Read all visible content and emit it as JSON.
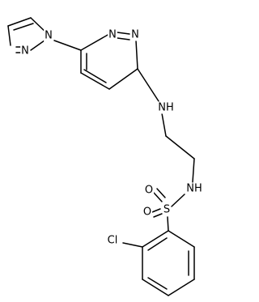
{
  "diagram": {
    "atoms": {
      "n_pyrazole_1": "N",
      "n_pyrazole_2": "N",
      "n_pyridazine_1": "N",
      "n_pyridazine_2": "N",
      "nh_amine": "NH",
      "nh_sulfonamide": "NH",
      "sulfur": "S",
      "oxygen_1": "O",
      "oxygen_2": "O",
      "chlorine": "Cl"
    }
  }
}
